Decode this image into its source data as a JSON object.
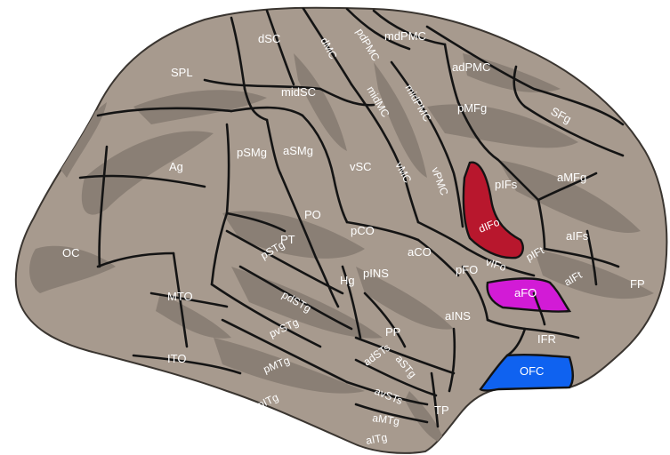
{
  "diagram": {
    "colors": {
      "background": "#ffffff",
      "cortex_light": "#a79a8e",
      "cortex_dark": "#8a7f75",
      "outline": "#141414",
      "label_text": "#ffffff",
      "dIFo": "#b8172d",
      "aFO": "#d21bd6",
      "OFC": "#0f62f0"
    },
    "regions": [
      {
        "id": "dSC",
        "label": "dSC"
      },
      {
        "id": "dMC",
        "label": "dMC"
      },
      {
        "id": "pdPMC",
        "label": "pdPMC"
      },
      {
        "id": "mdPMC",
        "label": "mdPMC"
      },
      {
        "id": "adPMC",
        "label": "adPMC"
      },
      {
        "id": "SPL",
        "label": "SPL"
      },
      {
        "id": "midSC",
        "label": "midSC"
      },
      {
        "id": "midMC",
        "label": "midMC"
      },
      {
        "id": "midPMC",
        "label": "midPMC"
      },
      {
        "id": "pMFg",
        "label": "pMFg"
      },
      {
        "id": "SFg",
        "label": "SFg"
      },
      {
        "id": "pSMg",
        "label": "pSMg"
      },
      {
        "id": "aSMg",
        "label": "aSMg"
      },
      {
        "id": "Ag",
        "label": "Ag"
      },
      {
        "id": "vSC",
        "label": "vSC"
      },
      {
        "id": "vMC",
        "label": "vMC"
      },
      {
        "id": "vPMC",
        "label": "vPMC"
      },
      {
        "id": "pIFs",
        "label": "pIFs"
      },
      {
        "id": "aMFg",
        "label": "aMFg"
      },
      {
        "id": "PO",
        "label": "PO"
      },
      {
        "id": "dIFo",
        "label": "dIFo"
      },
      {
        "id": "pCO",
        "label": "pCO"
      },
      {
        "id": "PT",
        "label": "PT"
      },
      {
        "id": "aIFs",
        "label": "aIFs"
      },
      {
        "id": "OC",
        "label": "OC"
      },
      {
        "id": "aCO",
        "label": "aCO"
      },
      {
        "id": "pSTg",
        "label": "pSTg"
      },
      {
        "id": "vIFo",
        "label": "vIFo"
      },
      {
        "id": "pIFt",
        "label": "pIFt"
      },
      {
        "id": "pFO",
        "label": "pFO"
      },
      {
        "id": "pINS",
        "label": "pINS"
      },
      {
        "id": "aIFt",
        "label": "aIFt"
      },
      {
        "id": "FP",
        "label": "FP"
      },
      {
        "id": "Hg",
        "label": "Hg"
      },
      {
        "id": "aFO",
        "label": "aFO"
      },
      {
        "id": "MTO",
        "label": "MTO"
      },
      {
        "id": "pdSTg",
        "label": "pdSTg"
      },
      {
        "id": "aINS",
        "label": "aINS"
      },
      {
        "id": "PP",
        "label": "PP"
      },
      {
        "id": "pvSTg",
        "label": "pvSTg"
      },
      {
        "id": "IFR",
        "label": "IFR"
      },
      {
        "id": "ITO",
        "label": "ITO"
      },
      {
        "id": "aSTg",
        "label": "aSTg"
      },
      {
        "id": "adSTs",
        "label": "adSTs"
      },
      {
        "id": "OFC",
        "label": "OFC"
      },
      {
        "id": "pMTg",
        "label": "pMTg"
      },
      {
        "id": "avSTs",
        "label": "avSTs"
      },
      {
        "id": "pITg",
        "label": "pITg"
      },
      {
        "id": "TP",
        "label": "TP"
      },
      {
        "id": "aMTg",
        "label": "aMTg"
      },
      {
        "id": "aITg",
        "label": "aITg"
      }
    ]
  }
}
